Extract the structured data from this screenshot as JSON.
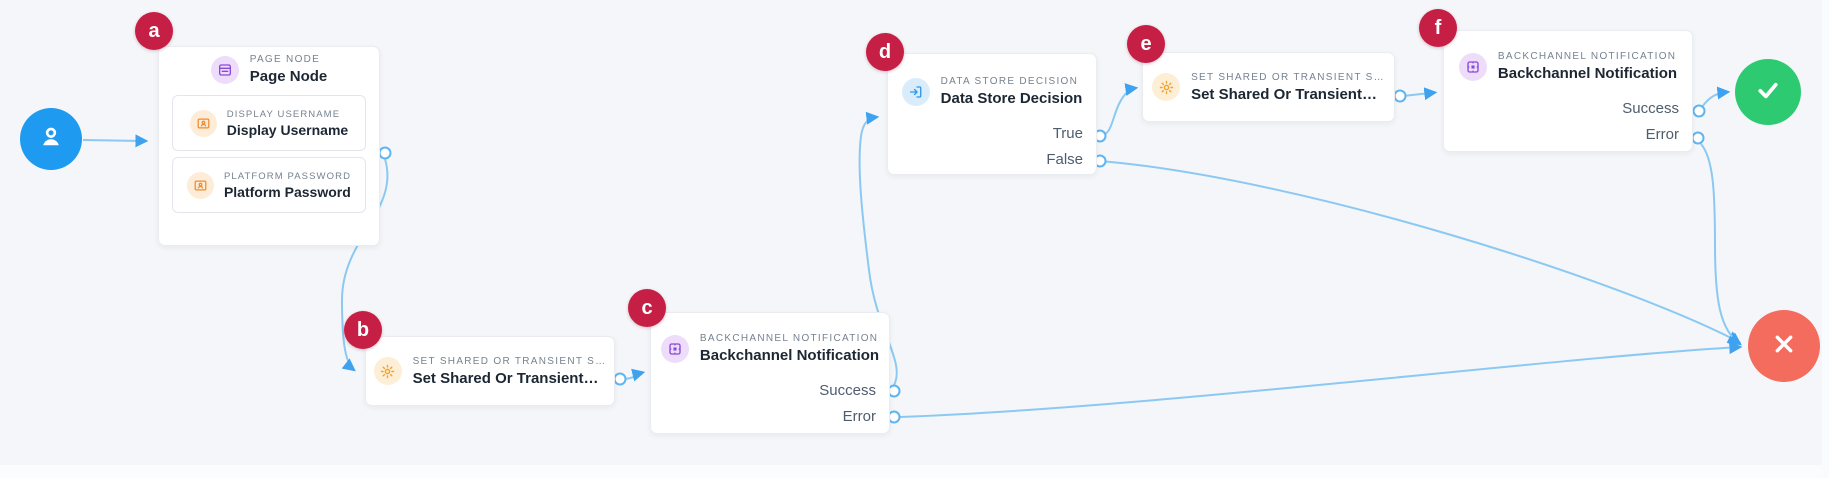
{
  "app": {
    "name": "flow-editor-canvas"
  },
  "colors": {
    "canvas_bg": "#f4f6f9",
    "connector_line": "#8bc9f3",
    "connector_arrow": "#3fa2ee",
    "port_border": "#5fb5f0",
    "badge_bg": "#c61f45",
    "start_node_bg": "#1e9bf0",
    "success_terminal_bg": "#2dca72",
    "error_terminal_bg": "#f36c5e",
    "purple_icon": "#8b48d6",
    "purple_icon_bg": "#eddcfa",
    "orange_icon": "#ee8b30",
    "orange_icon_bg": "#fdecd8",
    "amber_icon": "#f0a330",
    "amber_icon_bg": "#fdeed6",
    "blue_icon": "#2d95e9",
    "blue_icon_bg": "#d9ecfb"
  },
  "start_node": {
    "icon": "user-icon"
  },
  "terminals": {
    "success": {
      "icon": "check-icon"
    },
    "error": {
      "icon": "x-icon"
    }
  },
  "nodes": [
    {
      "badge": "a",
      "type_label": "PAGE NODE",
      "title": "Page Node",
      "icon": "page-icon",
      "children": [
        {
          "type_label": "DISPLAY USERNAME",
          "title": "Display Username",
          "icon": "id-card-icon"
        },
        {
          "type_label": "PLATFORM PASSWORD",
          "title": "Platform Password",
          "icon": "id-card-icon"
        }
      ]
    },
    {
      "badge": "b",
      "type_label": "SET SHARED OR TRANSIENT S…",
      "title": "Set Shared Or Transient…",
      "icon": "gear-icon"
    },
    {
      "badge": "c",
      "type_label": "BACKCHANNEL NOTIFICATION",
      "title": "Backchannel Notification",
      "icon": "chip-icon",
      "outputs": [
        "Success",
        "Error"
      ]
    },
    {
      "badge": "d",
      "type_label": "DATA STORE DECISION",
      "title": "Data Store Decision",
      "icon": "login-icon",
      "outputs": [
        "True",
        "False"
      ]
    },
    {
      "badge": "e",
      "type_label": "SET SHARED OR TRANSIENT S…",
      "title": "Set Shared Or Transient…",
      "icon": "gear-icon"
    },
    {
      "badge": "f",
      "type_label": "BACKCHANNEL NOTIFICATION",
      "title": "Backchannel Notification",
      "icon": "chip-icon",
      "outputs": [
        "Success",
        "Error"
      ]
    }
  ]
}
